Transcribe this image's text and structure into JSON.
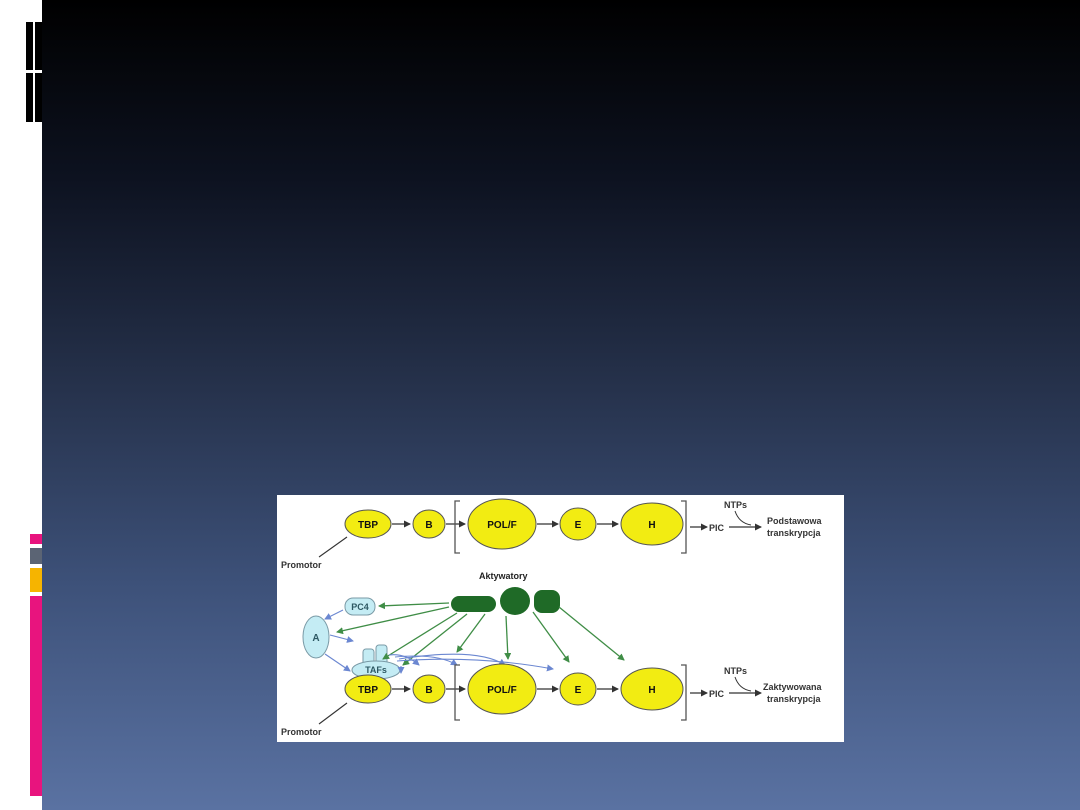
{
  "colors": {
    "factor_fill": "#f2ec12",
    "activator_fill": "#1f6a27",
    "coactivator_fill": "#c4ecf4",
    "green_arrow": "#3f8d46",
    "blue_arrow": "#6b87d1",
    "accent_pink": "#e8147e",
    "accent_orange": "#f6b400"
  },
  "basal": {
    "factors": [
      "TBP",
      "B",
      "POL/F",
      "E",
      "H"
    ],
    "pic": "PIC",
    "ntps": "NTPs",
    "result_line1": "Podstawowa",
    "result_line2": "transkrypcja",
    "promoter": "Promotor"
  },
  "activated": {
    "factors": [
      "TBP",
      "B",
      "POL/F",
      "E",
      "H"
    ],
    "pic": "PIC",
    "ntps": "NTPs",
    "result_line1": "Zaktywowana",
    "result_line2": "transkrypcja",
    "promoter": "Promotor"
  },
  "activators_label": "Aktywatory",
  "coactivators": {
    "pc4": "PC4",
    "a": "A",
    "tafs": "TAFs"
  }
}
